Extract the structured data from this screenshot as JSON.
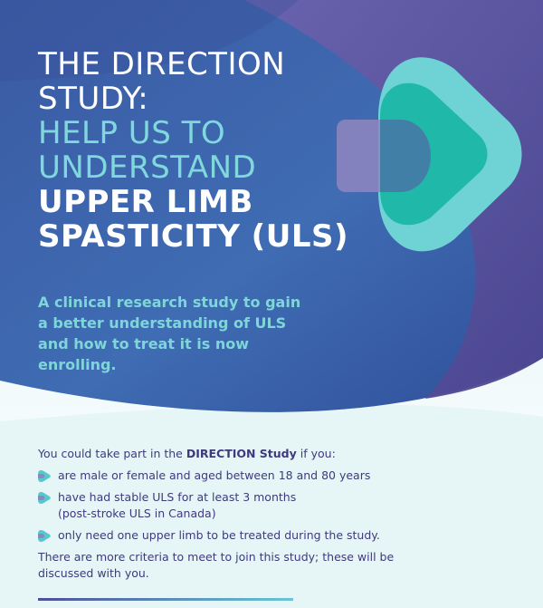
{
  "colors": {
    "deep_blue": "#3f4f98",
    "purple": "#6a5fa8",
    "teal": "#2fc1b8",
    "light_teal": "#7fd8dc",
    "pale_aqua": "#d4eef0",
    "text_navy": "#3e3a7c"
  },
  "title": {
    "line1": "THE DIRECTION",
    "line2": "STUDY:",
    "line3": "HELP US TO",
    "line4": "UNDERSTAND",
    "line5": "UPPER LIMB",
    "line6": "SPASTICITY (ULS)"
  },
  "intro": "A clinical research study to gain a better understanding of ULS and how to treat it is now enrolling.",
  "eligibility": {
    "lead_prefix": "You could take part in the ",
    "lead_bold": "DIRECTION Study",
    "lead_suffix": " if you:",
    "criteria": [
      {
        "line1": "are male or female and aged between 18 and 80 years",
        "line2": ""
      },
      {
        "line1": "have had stable ULS for at least 3 months",
        "line2": "(post-stroke ULS in Canada)"
      },
      {
        "line1": "only need one upper limb to be treated during the study.",
        "line2": ""
      }
    ],
    "outro": "There are more criteria to meet to join this study; these will be discussed with you."
  },
  "icons": {
    "logo": "direction-play-logo",
    "bullet": "teal-play-bullet-icon"
  }
}
